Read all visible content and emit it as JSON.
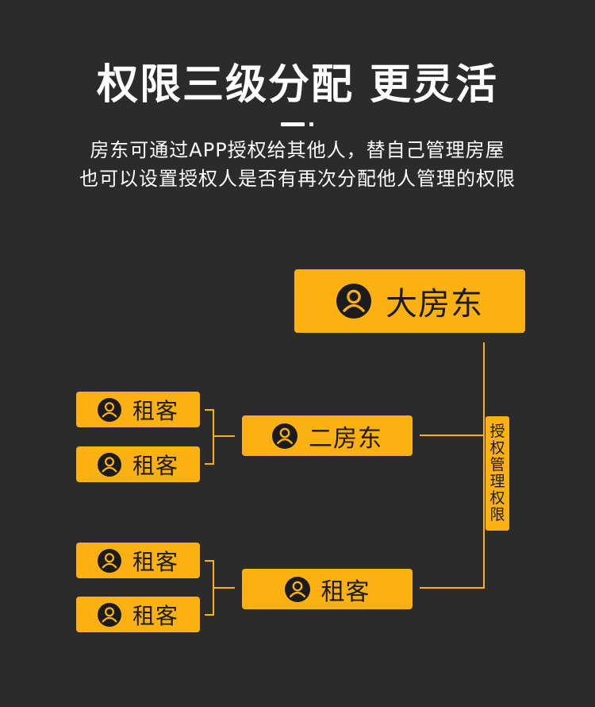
{
  "header": {
    "title": "权限三级分配 更灵活",
    "desc_line1": "房东可通过APP授权给其他人，替自己管理房屋",
    "desc_line2": "也可以设置授权人是否有再次分配他人管理的权限"
  },
  "diagram": {
    "root": "大房东",
    "level2": [
      "二房东",
      "租客"
    ],
    "level3_group1": [
      "租客",
      "租客"
    ],
    "level3_group2": [
      "租客",
      "租客"
    ],
    "auth_label": [
      "授",
      "权",
      "管",
      "理",
      "权",
      "限"
    ]
  },
  "colors": {
    "background": "#2b2b2b",
    "accent": "#fbb111",
    "text_dark": "#1c1c1c",
    "text_light": "#ffffff"
  },
  "icons": {
    "person": "person-icon"
  }
}
